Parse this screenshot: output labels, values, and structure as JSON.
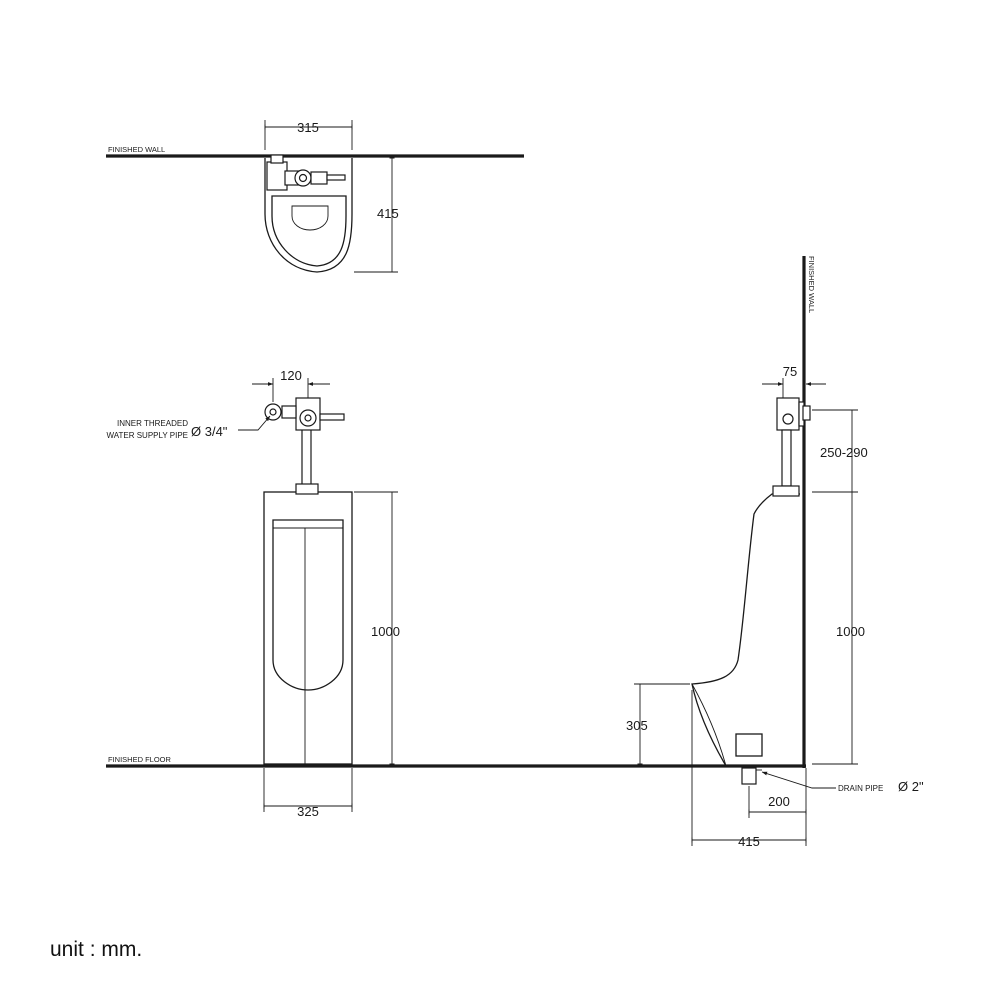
{
  "labels": {
    "finished_wall_top": "FINISHED WALL",
    "finished_wall_side": "FINISHED WALL",
    "finished_floor": "FINISHED FLOOR",
    "inner_threaded_line1": "INNER THREADED",
    "inner_threaded_line2": "WATER SUPPLY PIPE",
    "supply_size": "Ø 3/4\"",
    "drain_pipe": "DRAIN PIPE",
    "drain_size": "Ø 2\""
  },
  "dimensions": {
    "top_width": "315",
    "top_depth": "415",
    "supply_offset": "120",
    "front_height": "1000",
    "front_width": "325",
    "wall_offset": "75",
    "supply_height": "250-290",
    "side_height": "1000",
    "lip_height": "305",
    "drain_offset": "200",
    "side_depth": "415"
  },
  "unit_note": "unit : mm."
}
